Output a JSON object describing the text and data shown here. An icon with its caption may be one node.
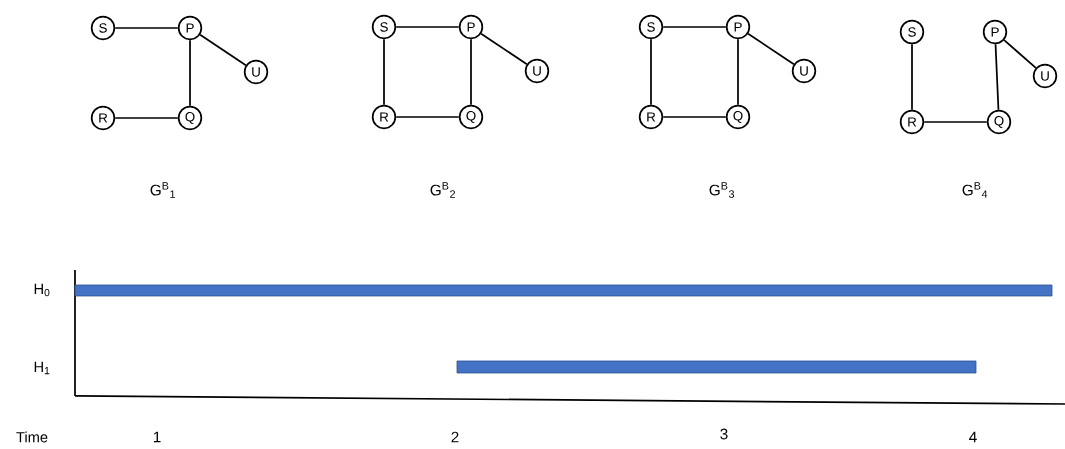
{
  "diagram": {
    "nodes": [
      {
        "text": [
          "S"
        ]
      },
      {
        "text": [
          "P"
        ]
      },
      {
        "text": [
          "U"
        ]
      },
      {
        "text": [
          "R"
        ]
      },
      {
        "text": [
          "Q"
        ]
      },
      {
        "text": [
          "S"
        ]
      },
      {
        "text": [
          "P"
        ]
      },
      {
        "text": [
          "U"
        ]
      },
      {
        "text": [
          "R"
        ]
      },
      {
        "text": [
          "Q"
        ]
      },
      {
        "text": [
          "S"
        ]
      },
      {
        "text": [
          "P"
        ]
      },
      {
        "text": [
          "U"
        ]
      },
      {
        "text": [
          "R"
        ]
      },
      {
        "text": [
          "Q"
        ]
      },
      {
        "text": [
          "S"
        ]
      },
      {
        "text": [
          "P"
        ]
      },
      {
        "text": [
          "U"
        ]
      },
      {
        "text": [
          "R"
        ]
      },
      {
        "text": [
          "Q"
        ]
      }
    ],
    "edges": [
      {
        "from": 0,
        "to": 1,
        "arrow": "none"
      },
      {
        "from": 1,
        "to": 2,
        "arrow": "none"
      },
      {
        "from": 1,
        "to": 4,
        "arrow": "none"
      },
      {
        "from": 3,
        "to": 4,
        "arrow": "none"
      },
      {
        "from": 5,
        "to": 6,
        "arrow": "none"
      },
      {
        "from": 6,
        "to": 7,
        "arrow": "none"
      },
      {
        "from": 5,
        "to": 8,
        "arrow": "none"
      },
      {
        "from": 6,
        "to": 9,
        "arrow": "none"
      },
      {
        "from": 8,
        "to": 9,
        "arrow": "none"
      },
      {
        "from": 10,
        "to": 11,
        "arrow": "none"
      },
      {
        "from": 11,
        "to": 12,
        "arrow": "none"
      },
      {
        "from": 10,
        "to": 13,
        "arrow": "none"
      },
      {
        "from": 11,
        "to": 14,
        "arrow": "none"
      },
      {
        "from": 13,
        "to": 14,
        "arrow": "none"
      },
      {
        "from": 16,
        "to": 17,
        "arrow": "none"
      },
      {
        "from": 15,
        "to": 18,
        "arrow": "none"
      },
      {
        "from": 16,
        "to": 19,
        "arrow": "none"
      },
      {
        "from": 18,
        "to": 19,
        "arrow": "none"
      }
    ],
    "labels": [
      "G$^{B}$$_{1}$",
      "G$^{B}$$_{2}$",
      "G$^{B}$$_{3}$",
      "G$^{B}$$_{4}$",
      "H$_{0}$",
      "H$_{1}$",
      "Time",
      "1",
      "2",
      "3",
      "4"
    ]
  }
}
